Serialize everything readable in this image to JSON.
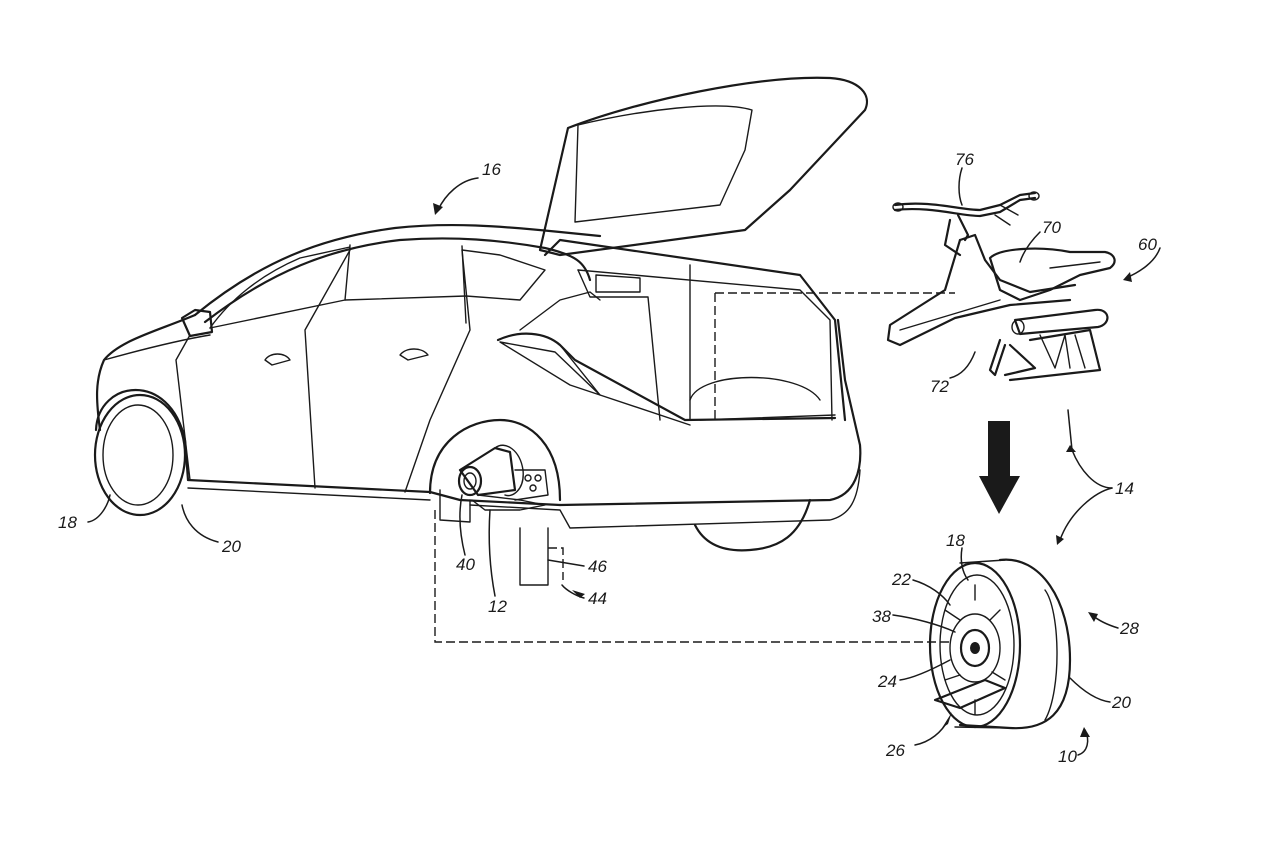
{
  "figure": {
    "references": {
      "vehicle": "16",
      "front_wheel": "18",
      "front_tire": "20",
      "hub_connector": "40",
      "hub_motor": "12",
      "motor_part": "46",
      "motor_assembly": "44",
      "handlebar": "76",
      "seat": "70",
      "scooter_frame": "60",
      "frame_rail": "72",
      "kit": "14",
      "spare_wheel": "18",
      "spoke_plate": "22",
      "hub_cover": "38",
      "axle_hub": "24",
      "outer_side": "28",
      "spare_tire": "20",
      "inner_side": "26",
      "wheel_assembly": "10"
    }
  }
}
